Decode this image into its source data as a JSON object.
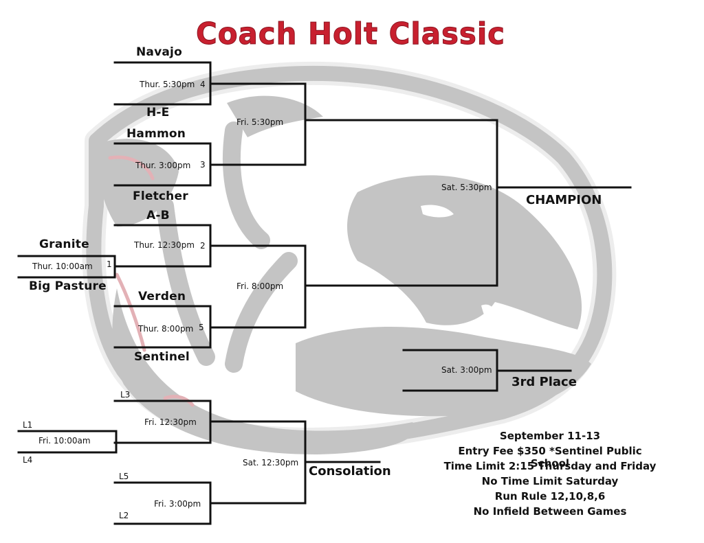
{
  "title": "Coach Holt Classic",
  "colors": {
    "title_fill": "#c8202f",
    "title_outline": "#ffffff",
    "lines": "#111111",
    "mascot": "#c4c4c4",
    "mascot_accent": "#e3b1b6"
  },
  "mascot_icon": "bulldog-mascot-watermark",
  "teams": {
    "navajo": "Navajo",
    "h_e": "H-E",
    "hammon": "Hammon",
    "fletcher": "Fletcher",
    "a_b": "A-B",
    "granite": "Granite",
    "big_pasture": "Big Pasture",
    "verden": "Verden",
    "sentinel": "Sentinel"
  },
  "games": {
    "g1": {
      "time": "Thur. 10:00am",
      "seed": "1"
    },
    "g2": {
      "time": "Thur. 12:30pm",
      "seed": "2"
    },
    "g3": {
      "time": "Thur. 3:00pm",
      "seed": "3"
    },
    "g4": {
      "time": "Thur. 5:30pm",
      "seed": "4"
    },
    "g5": {
      "time": "Thur. 8:00pm",
      "seed": "5"
    },
    "semi_top": {
      "time": "Fri. 5:30pm"
    },
    "semi_bottom": {
      "time": "Fri. 8:00pm"
    },
    "final": {
      "time": "Sat. 5:30pm"
    },
    "third": {
      "time": "Sat. 3:00pm"
    },
    "cons_l1": {
      "time": "Fri. 10:00am"
    },
    "cons_l3": {
      "time": "Fri. 12:30pm"
    },
    "cons_l5": {
      "time": "Fri. 3:00pm"
    },
    "cons_final": {
      "time": "Sat. 12:30pm"
    }
  },
  "slots": {
    "l1": "L1",
    "l2": "L2",
    "l3": "L3",
    "l4": "L4",
    "l5": "L5"
  },
  "results": {
    "champion": "CHAMPION",
    "third_place": "3rd Place",
    "consolation": "Consolation"
  },
  "info": [
    "September 11-13",
    "Entry Fee $350 *Sentinel Public School",
    "Time Limit 2:15 Thursday and Friday",
    "No Time Limit Saturday",
    "Run Rule 12,10,8,6",
    "No Infield Between Games"
  ]
}
